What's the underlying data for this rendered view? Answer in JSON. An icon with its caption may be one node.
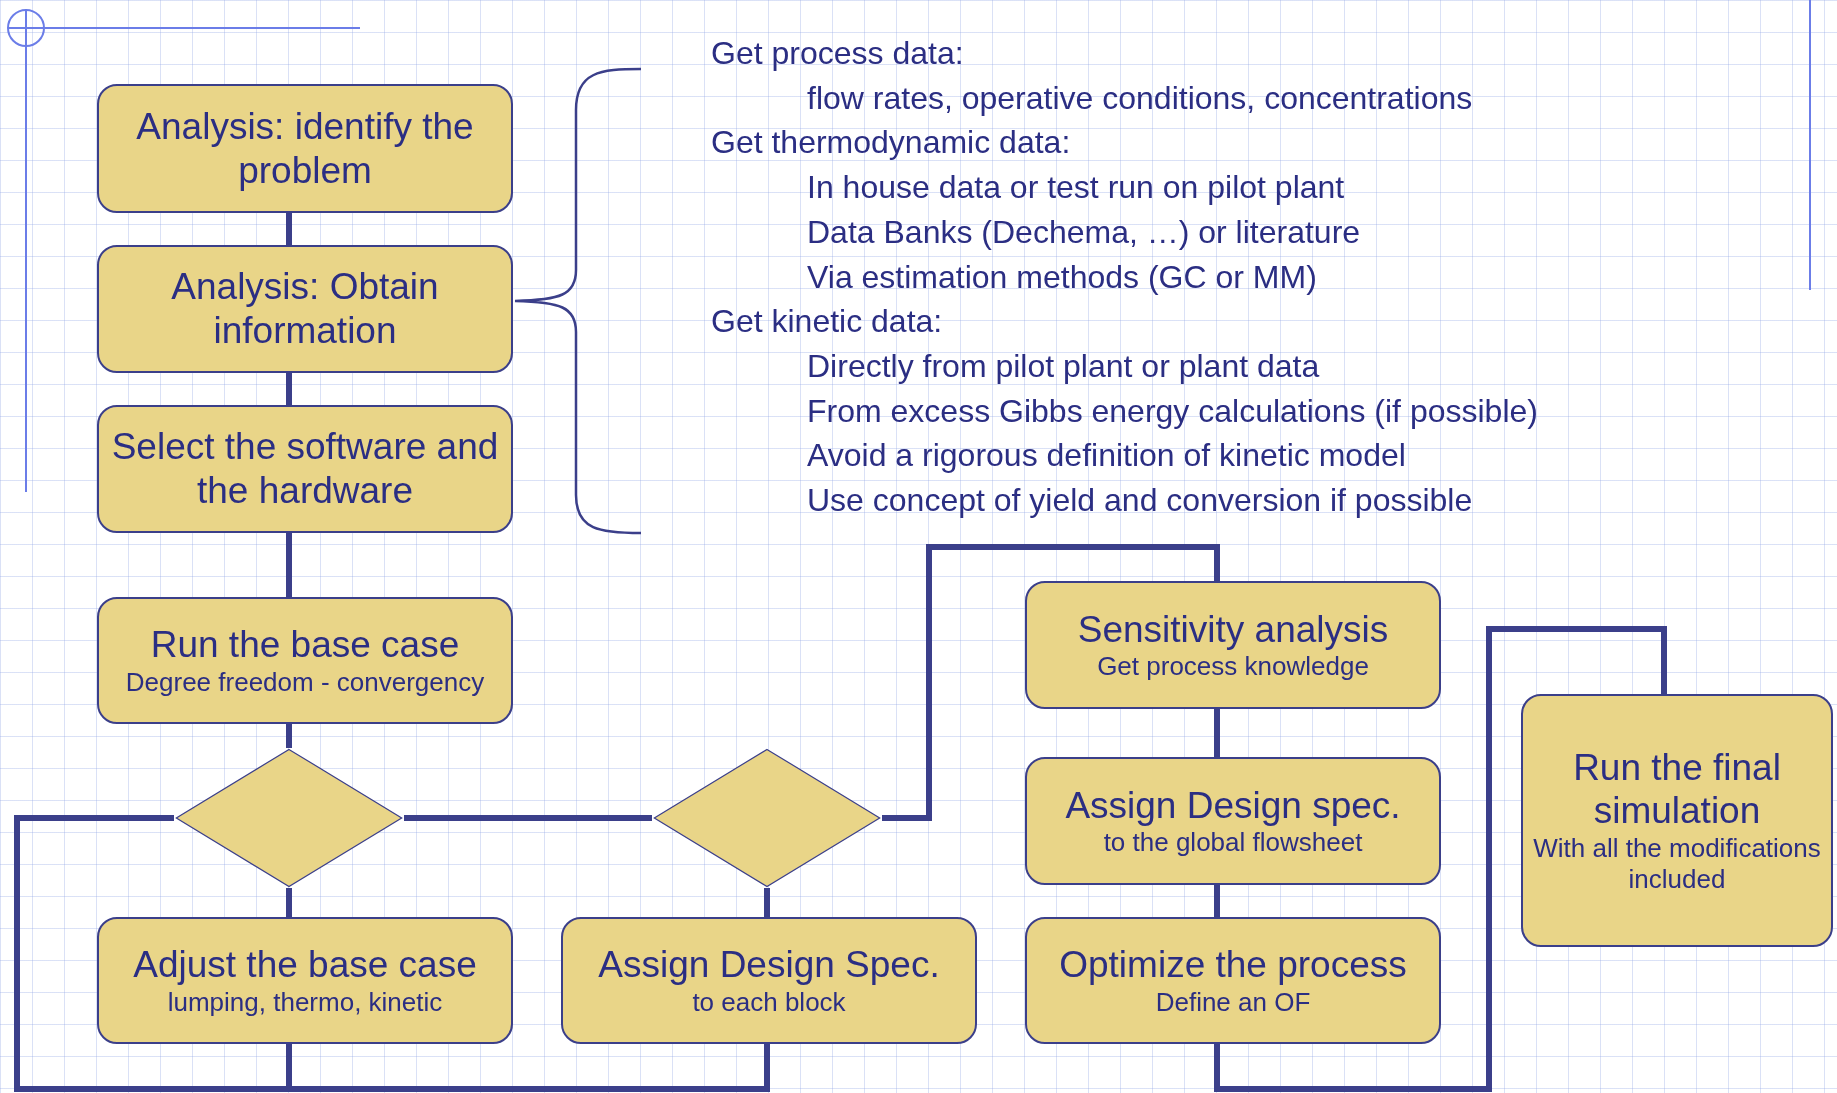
{
  "diagram": {
    "nodes": [
      {
        "text": [
          "Analysis: identify the problem"
        ]
      },
      {
        "text": [
          "Analysis: Obtain information"
        ]
      },
      {
        "text": [
          "Select the software and the hardware"
        ]
      },
      {
        "text": [
          "Run the base case",
          "Degree freedom - convergency"
        ]
      },
      {
        "text": [],
        "shape": "diamond"
      },
      {
        "text": [],
        "shape": "diamond"
      },
      {
        "text": [
          "Adjust the base case",
          "lumping, thermo, kinetic"
        ]
      },
      {
        "text": [
          "Assign Design Spec.",
          "to each block"
        ]
      },
      {
        "text": [
          "Sensitivity analysis",
          "Get process knowledge"
        ]
      },
      {
        "text": [
          "Assign Design spec.",
          "to the global flowsheet"
        ]
      },
      {
        "text": [
          "Optimize the process",
          "Define an OF"
        ]
      },
      {
        "text": [
          "Run the final simulation",
          "With all the modifications included"
        ]
      }
    ],
    "edges": [
      {
        "from": 0,
        "to": 1,
        "arrow": "none"
      },
      {
        "from": 1,
        "to": 2,
        "arrow": "none"
      },
      {
        "from": 2,
        "to": 3,
        "arrow": "none"
      },
      {
        "from": 3,
        "to": 4,
        "arrow": "none"
      },
      {
        "from": 4,
        "to": 6,
        "arrow": "none"
      },
      {
        "from": 4,
        "to": 5,
        "arrow": "none"
      },
      {
        "from": 5,
        "to": 7,
        "arrow": "none"
      },
      {
        "from": 5,
        "to": 8,
        "arrow": "none"
      },
      {
        "from": 8,
        "to": 9,
        "arrow": "none"
      },
      {
        "from": 9,
        "to": 10,
        "arrow": "none"
      },
      {
        "from": 10,
        "to": 11,
        "arrow": "none"
      },
      {
        "from": 6,
        "to": 4,
        "arrow": "none"
      },
      {
        "from": 7,
        "to": 4,
        "arrow": "none"
      }
    ],
    "labels": [
      "Get process data:",
      "flow rates, operative conditions, concentrations",
      "Get thermodynamic data:",
      "In  house data or test run on pilot plant",
      "Data Banks (Dechema, …) or literature",
      "Via estimation methods (GC or MM)",
      "Get kinetic data:",
      "Directly from pilot plant or plant data",
      "From excess Gibbs energy calculations (if possible)",
      "Avoid a rigorous definition of kinetic model",
      "Use concept of yield and conversion if possible"
    ]
  }
}
